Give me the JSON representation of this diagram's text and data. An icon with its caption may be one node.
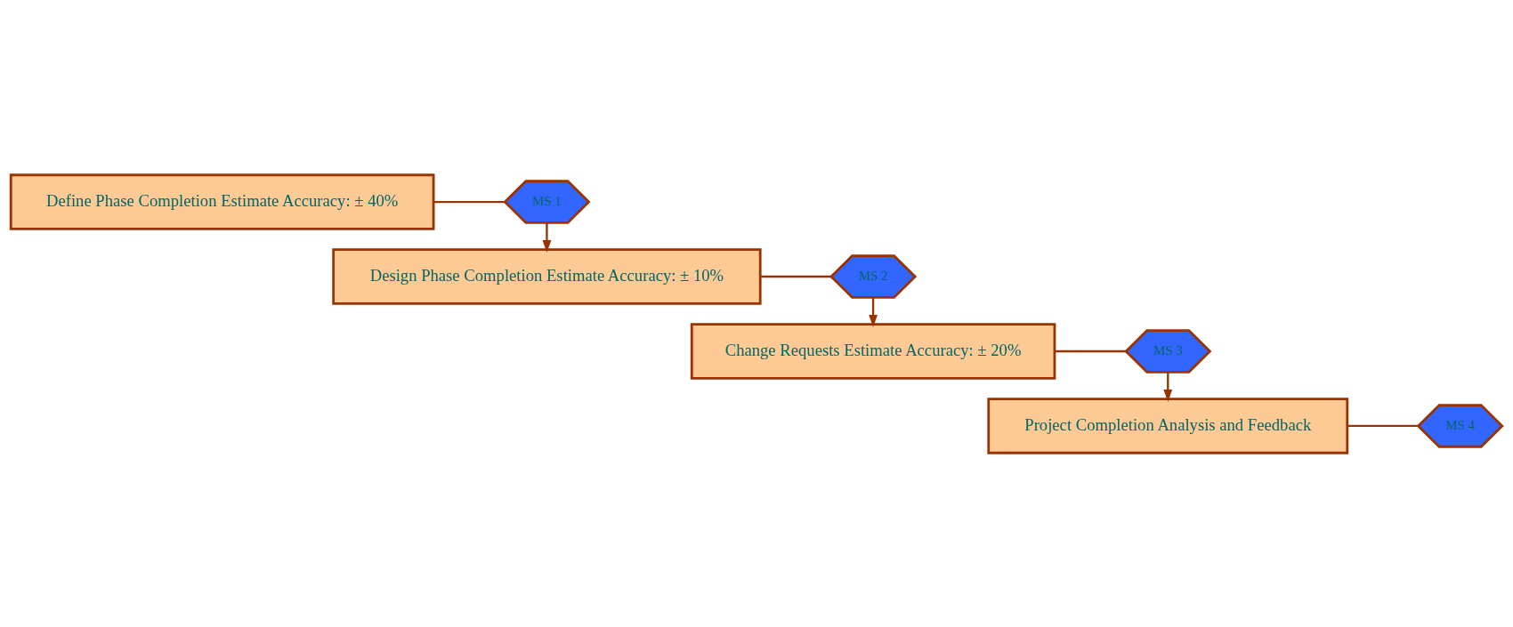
{
  "diagram": {
    "nodes": [
      {
        "text": [
          "Define Phase Completion Estimate Accuracy: ± 40%"
        ]
      },
      {
        "text": [
          "MS 1"
        ]
      },
      {
        "text": [
          "Design Phase Completion Estimate Accuracy: ± 10%"
        ]
      },
      {
        "text": [
          "MS 2"
        ]
      },
      {
        "text": [
          "Change Requests Estimate Accuracy: ± 20%"
        ]
      },
      {
        "text": [
          "MS 3"
        ]
      },
      {
        "text": [
          "Project Completion Analysis and Feedback"
        ]
      },
      {
        "text": [
          "MS 4"
        ]
      }
    ],
    "edges": [
      {
        "from": 0,
        "to": 1,
        "arrow": "none"
      },
      {
        "from": 1,
        "to": 2,
        "arrow": "to"
      },
      {
        "from": 2,
        "to": 3,
        "arrow": "none"
      },
      {
        "from": 3,
        "to": 4,
        "arrow": "to"
      },
      {
        "from": 4,
        "to": 5,
        "arrow": "none"
      },
      {
        "from": 5,
        "to": 6,
        "arrow": "to"
      },
      {
        "from": 6,
        "to": 7,
        "arrow": "none"
      }
    ]
  }
}
